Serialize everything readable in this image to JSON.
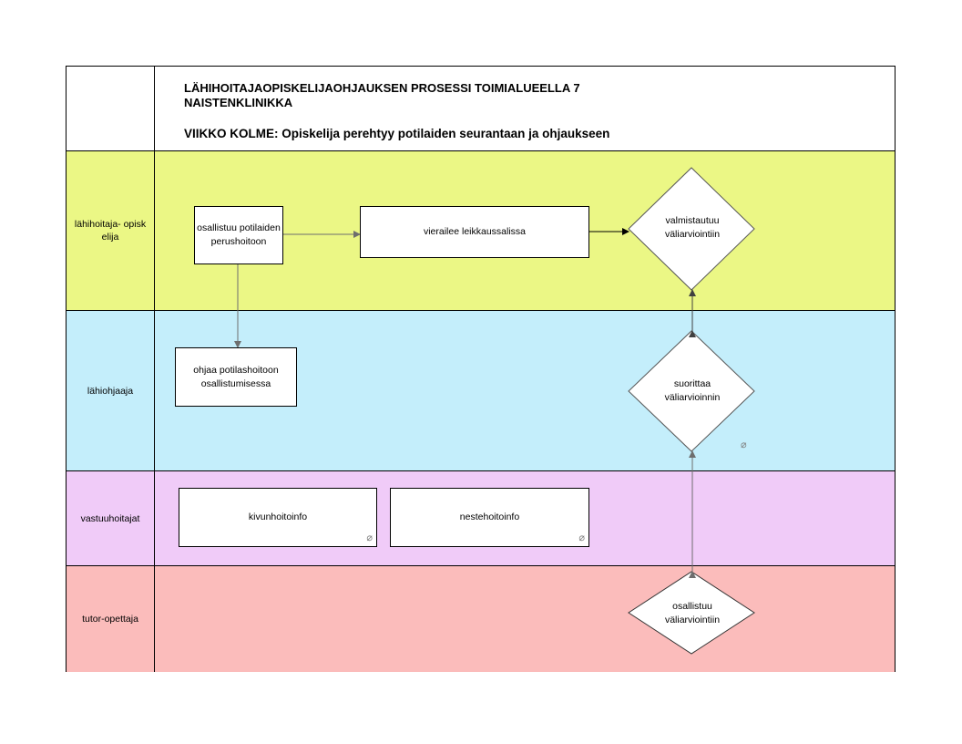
{
  "header": {
    "title_line1": "LÄHIHOITAJAOPISKELIJAOHJAUKSEN PROSESSI TOIMIALUEELLA 7",
    "title_line2": "NAISTENKLINIKKA",
    "subtitle": "VIIKKO KOLME: Opiskelija perehtyy potilaiden seurantaan ja ohjaukseen"
  },
  "lanes": [
    {
      "label": "lähihoitaja- opisk elija",
      "color": "#ebf785"
    },
    {
      "label": "lähiohjaaja",
      "color": "#c4eefb"
    },
    {
      "label": "vastuuhoitajat",
      "color": "#f0cbf8"
    },
    {
      "label": "tutor-opettaja",
      "color": "#fbbcbb"
    }
  ],
  "nodes": {
    "osallistuu_perushoitoon": "osallistuu potilaiden perushoitoon",
    "vierailee": "vierailee leikkaussalissa",
    "valmistautuu": "valmistautuu väliarviointiin",
    "ohjaa": "ohjaa potilashoitoon osallistumisessa",
    "suorittaa": "suorittaa väliarvioinnin",
    "kivunhoitoinfo": "kivunhoitoinfo",
    "nestehoitoinfo": "nestehoitoinfo",
    "osallistuu_valiarviointiin": "osallistuu väliarviointiin"
  },
  "icons": {
    "link": "link-icon"
  },
  "edges": [
    {
      "from": "osallistuu_perushoitoon",
      "to": "vierailee"
    },
    {
      "from": "vierailee",
      "to": "valmistautuu"
    },
    {
      "from": "osallistuu_perushoitoon",
      "to": "ohjaa"
    },
    {
      "from": "valmistautuu",
      "to": "suorittaa",
      "bidirectional": true
    },
    {
      "from": "suorittaa",
      "to": "osallistuu_valiarviointiin",
      "bidirectional": true
    }
  ]
}
